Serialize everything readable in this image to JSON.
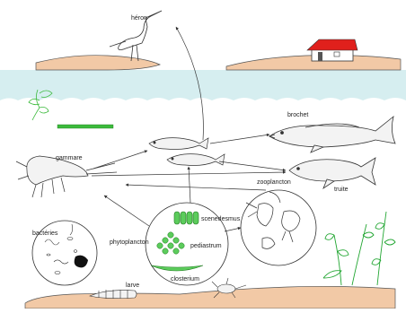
{
  "labels": {
    "heron": "héron",
    "brochet": "brochet",
    "gammare": "gammare",
    "zooplancton": "zooplancton",
    "truite": "truite",
    "bacteries": "bactéries",
    "phytoplancton": "phytoplancton",
    "scenedesmus": "scenedesmus",
    "pediastrum": "pediastrum",
    "closterium": "closterium",
    "larve": "larve"
  },
  "colors": {
    "water": "#d6eef0",
    "bank": "#f2c9a6",
    "house_roof": "#e0201c",
    "algae_green": "#3cba3c",
    "plant_green": "#22a632",
    "pediastrum_green": "#5ccc5c",
    "outline": "#333333"
  }
}
